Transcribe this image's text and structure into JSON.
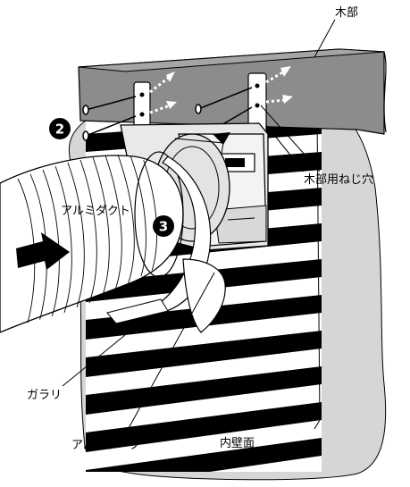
{
  "labels": {
    "wood_part": "木部",
    "wood_screw_holes": "木部用ねじ穴",
    "aluminum_duct": "アルミダクト",
    "louver": "ガラリ",
    "aluminum_tape": "アルミテープ",
    "inner_wall": "内壁面"
  },
  "steps": {
    "step2": "2",
    "step3": "3"
  },
  "colors": {
    "wall": "#d6d6d6",
    "wood": "#8c8c8c",
    "ink": "#000000"
  }
}
